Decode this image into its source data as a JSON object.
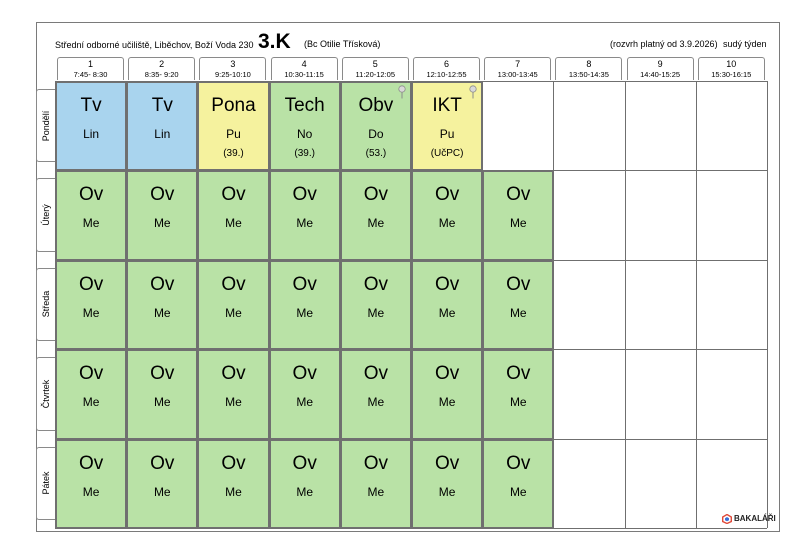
{
  "header": {
    "school": "Střední odborné učiliště, Liběchov, Boží Voda 230",
    "class_name": "3.K",
    "teacher": "(Bc Otilie Třísková)",
    "validity": "(rozvrh platný od 3.9.2026)",
    "week_type": "sudý týden"
  },
  "periods": [
    {
      "num": "1",
      "time": "7:45- 8:30"
    },
    {
      "num": "2",
      "time": "8:35- 9:20"
    },
    {
      "num": "3",
      "time": "9:25-10:10"
    },
    {
      "num": "4",
      "time": "10:30-11:15"
    },
    {
      "num": "5",
      "time": "11:20-12:05"
    },
    {
      "num": "6",
      "time": "12:10-12:55"
    },
    {
      "num": "7",
      "time": "13:00-13:45"
    },
    {
      "num": "8",
      "time": "13:50-14:35"
    },
    {
      "num": "9",
      "time": "14:40-15:25"
    },
    {
      "num": "10",
      "time": "15:30-16:15"
    }
  ],
  "days": [
    {
      "name": "Pondělí",
      "lessons": [
        {
          "period": 1,
          "subject": "Tv",
          "teacher": "Lin",
          "room": "",
          "color": "#a9d4ee",
          "pin": false
        },
        {
          "period": 2,
          "subject": "Tv",
          "teacher": "Lin",
          "room": "",
          "color": "#a9d4ee",
          "pin": false
        },
        {
          "period": 3,
          "subject": "Pona",
          "teacher": "Pu",
          "room": "(39.)",
          "color": "#f5f29e",
          "pin": false
        },
        {
          "period": 4,
          "subject": "Tech",
          "teacher": "No",
          "room": "(39.)",
          "color": "#b9e2a6",
          "pin": false
        },
        {
          "period": 5,
          "subject": "Obv",
          "teacher": "Do",
          "room": "(53.)",
          "color": "#b9e2a6",
          "pin": true
        },
        {
          "period": 6,
          "subject": "IKT",
          "teacher": "Pu",
          "room": "(UčPC)",
          "color": "#f5f29e",
          "pin": true
        }
      ]
    },
    {
      "name": "Úterý",
      "lessons": [
        {
          "period": 1,
          "subject": "Ov",
          "teacher": "Me",
          "room": "",
          "color": "#b9e2a6",
          "pin": false
        },
        {
          "period": 2,
          "subject": "Ov",
          "teacher": "Me",
          "room": "",
          "color": "#b9e2a6",
          "pin": false
        },
        {
          "period": 3,
          "subject": "Ov",
          "teacher": "Me",
          "room": "",
          "color": "#b9e2a6",
          "pin": false
        },
        {
          "period": 4,
          "subject": "Ov",
          "teacher": "Me",
          "room": "",
          "color": "#b9e2a6",
          "pin": false
        },
        {
          "period": 5,
          "subject": "Ov",
          "teacher": "Me",
          "room": "",
          "color": "#b9e2a6",
          "pin": false
        },
        {
          "period": 6,
          "subject": "Ov",
          "teacher": "Me",
          "room": "",
          "color": "#b9e2a6",
          "pin": false
        },
        {
          "period": 7,
          "subject": "Ov",
          "teacher": "Me",
          "room": "",
          "color": "#b9e2a6",
          "pin": false
        }
      ]
    },
    {
      "name": "Středa",
      "lessons": [
        {
          "period": 1,
          "subject": "Ov",
          "teacher": "Me",
          "room": "",
          "color": "#b9e2a6",
          "pin": false
        },
        {
          "period": 2,
          "subject": "Ov",
          "teacher": "Me",
          "room": "",
          "color": "#b9e2a6",
          "pin": false
        },
        {
          "period": 3,
          "subject": "Ov",
          "teacher": "Me",
          "room": "",
          "color": "#b9e2a6",
          "pin": false
        },
        {
          "period": 4,
          "subject": "Ov",
          "teacher": "Me",
          "room": "",
          "color": "#b9e2a6",
          "pin": false
        },
        {
          "period": 5,
          "subject": "Ov",
          "teacher": "Me",
          "room": "",
          "color": "#b9e2a6",
          "pin": false
        },
        {
          "period": 6,
          "subject": "Ov",
          "teacher": "Me",
          "room": "",
          "color": "#b9e2a6",
          "pin": false
        },
        {
          "period": 7,
          "subject": "Ov",
          "teacher": "Me",
          "room": "",
          "color": "#b9e2a6",
          "pin": false
        }
      ]
    },
    {
      "name": "Čtvrtek",
      "lessons": [
        {
          "period": 1,
          "subject": "Ov",
          "teacher": "Me",
          "room": "",
          "color": "#b9e2a6",
          "pin": false
        },
        {
          "period": 2,
          "subject": "Ov",
          "teacher": "Me",
          "room": "",
          "color": "#b9e2a6",
          "pin": false
        },
        {
          "period": 3,
          "subject": "Ov",
          "teacher": "Me",
          "room": "",
          "color": "#b9e2a6",
          "pin": false
        },
        {
          "period": 4,
          "subject": "Ov",
          "teacher": "Me",
          "room": "",
          "color": "#b9e2a6",
          "pin": false
        },
        {
          "period": 5,
          "subject": "Ov",
          "teacher": "Me",
          "room": "",
          "color": "#b9e2a6",
          "pin": false
        },
        {
          "period": 6,
          "subject": "Ov",
          "teacher": "Me",
          "room": "",
          "color": "#b9e2a6",
          "pin": false
        },
        {
          "period": 7,
          "subject": "Ov",
          "teacher": "Me",
          "room": "",
          "color": "#b9e2a6",
          "pin": false
        }
      ]
    },
    {
      "name": "Pátek",
      "lessons": [
        {
          "period": 1,
          "subject": "Ov",
          "teacher": "Me",
          "room": "",
          "color": "#b9e2a6",
          "pin": false
        },
        {
          "period": 2,
          "subject": "Ov",
          "teacher": "Me",
          "room": "",
          "color": "#b9e2a6",
          "pin": false
        },
        {
          "period": 3,
          "subject": "Ov",
          "teacher": "Me",
          "room": "",
          "color": "#b9e2a6",
          "pin": false
        },
        {
          "period": 4,
          "subject": "Ov",
          "teacher": "Me",
          "room": "",
          "color": "#b9e2a6",
          "pin": false
        },
        {
          "period": 5,
          "subject": "Ov",
          "teacher": "Me",
          "room": "",
          "color": "#b9e2a6",
          "pin": false
        },
        {
          "period": 6,
          "subject": "Ov",
          "teacher": "Me",
          "room": "",
          "color": "#b9e2a6",
          "pin": false
        },
        {
          "period": 7,
          "subject": "Ov",
          "teacher": "Me",
          "room": "",
          "color": "#b9e2a6",
          "pin": false
        }
      ]
    }
  ],
  "branding": {
    "logo_text": "BAKALÁŘI",
    "logo_icon": "bakalari-logo-icon"
  }
}
